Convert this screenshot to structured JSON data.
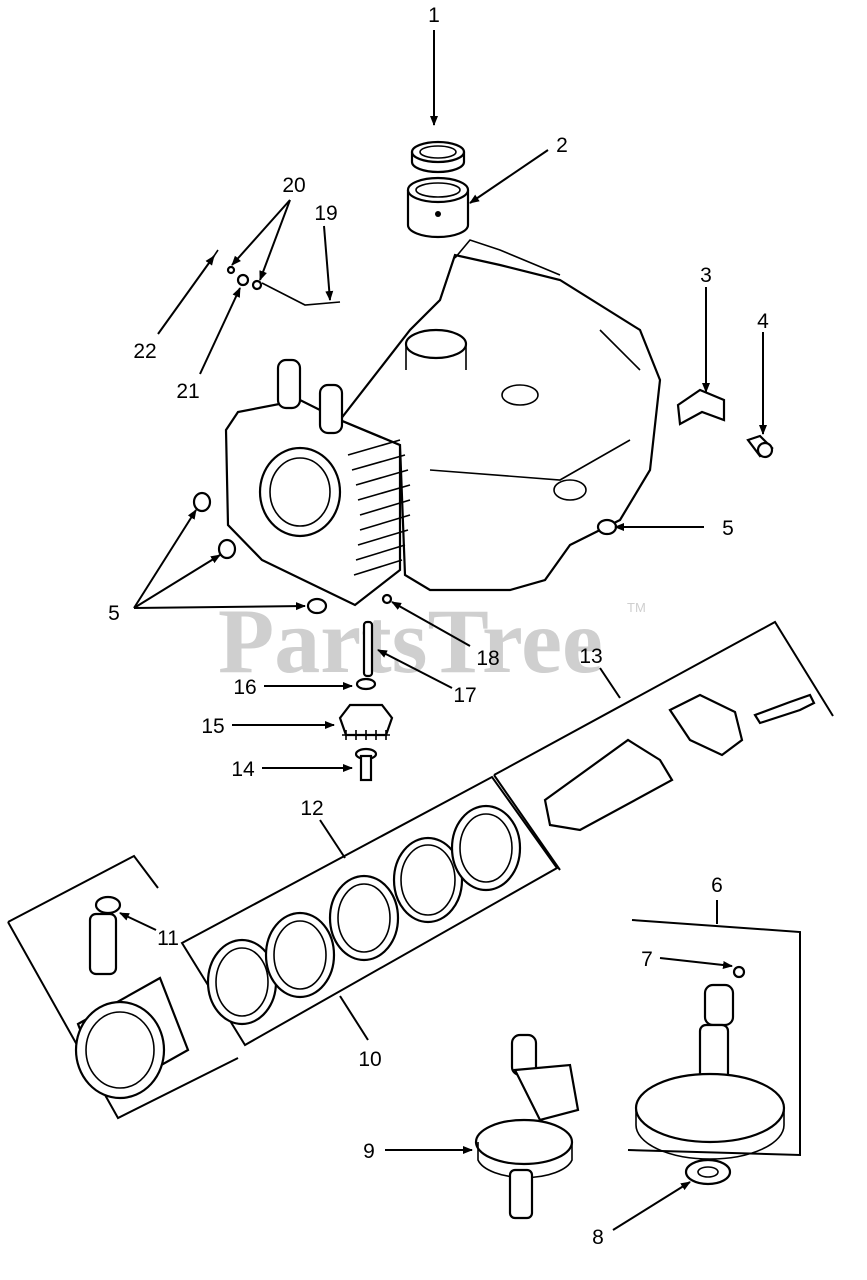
{
  "watermark": {
    "text": "PartsTree",
    "trademark": "TM"
  },
  "callouts": [
    "1",
    "2",
    "3",
    "4",
    "5",
    "5",
    "5",
    "5",
    "6",
    "7",
    "8",
    "9",
    "10",
    "11",
    "12",
    "13",
    "14",
    "15",
    "16",
    "17",
    "18",
    "19",
    "20",
    "21",
    "22"
  ],
  "colors": {
    "line": "#000000",
    "background": "#ffffff",
    "watermark": "#cfcfcf"
  }
}
